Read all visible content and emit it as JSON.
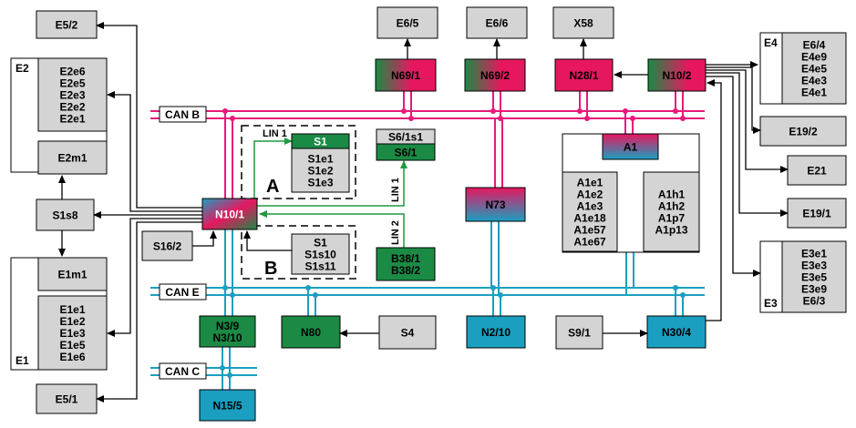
{
  "colors": {
    "grey": "#d4d4d4",
    "green": "#1b8a45",
    "magenta": "#e6175f",
    "cyan": "#1a9fc0",
    "bus_can_b": "#e8197a",
    "bus_can_e": "#1a9fc0",
    "bus_can_c": "#1a9fc0",
    "lin": "#1f9a40",
    "wire": "#000000"
  },
  "boxes": {
    "E5_2": {
      "lines": [
        "E5/2"
      ]
    },
    "E2e": {
      "lines": [
        "E2e6",
        "E2e5",
        "E2e3",
        "E2e2",
        "E2e1"
      ]
    },
    "E2m1": {
      "lines": [
        "E2m1"
      ]
    },
    "S1s8": {
      "lines": [
        "S1s8"
      ]
    },
    "E1m1": {
      "lines": [
        "E1m1"
      ]
    },
    "E1e": {
      "lines": [
        "E1e1",
        "E1e2",
        "E1e3",
        "E1e5",
        "E1e6"
      ]
    },
    "E5_1": {
      "lines": [
        "E5/1"
      ]
    },
    "S16_2": {
      "lines": [
        "S16/2"
      ]
    },
    "N10_1": {
      "lines": [
        "N10/1"
      ]
    },
    "S1_A": {
      "lines": [
        "S1"
      ]
    },
    "S1e": {
      "lines": [
        "S1e1",
        "S1e2",
        "S1e3"
      ]
    },
    "S1_B": {
      "lines": [
        "S1",
        "S1s10",
        "S1s11"
      ]
    },
    "S6_1s1": {
      "lines": [
        "S6/1s1"
      ]
    },
    "S6_1": {
      "lines": [
        "S6/1"
      ]
    },
    "B38": {
      "lines": [
        "B38/1",
        "B38/2"
      ]
    },
    "E6_5": {
      "lines": [
        "E6/5"
      ]
    },
    "E6_6": {
      "lines": [
        "E6/6"
      ]
    },
    "X58": {
      "lines": [
        "X58"
      ]
    },
    "N69_1": {
      "lines": [
        "N69/1"
      ]
    },
    "N69_2": {
      "lines": [
        "N69/2"
      ]
    },
    "N28_1": {
      "lines": [
        "N28/1"
      ]
    },
    "N10_2": {
      "lines": [
        "N10/2"
      ]
    },
    "E4": {
      "lines": [
        "E6/4",
        "E4e9",
        "E4e5",
        "E4e3",
        "E4e1"
      ]
    },
    "E19_2": {
      "lines": [
        "E19/2"
      ]
    },
    "E21": {
      "lines": [
        "E21"
      ]
    },
    "E19_1": {
      "lines": [
        "E19/1"
      ]
    },
    "E3": {
      "lines": [
        "E3e1",
        "E3e3",
        "E3e5",
        "E3e9",
        "E6/3"
      ]
    },
    "N73": {
      "lines": [
        "N73"
      ]
    },
    "A1": {
      "lines": [
        "A1"
      ]
    },
    "A1e": {
      "lines": [
        "A1e1",
        "A1e2",
        "A1e3",
        "A1e18",
        "A1e57",
        "A1e67"
      ]
    },
    "A1h": {
      "lines": [
        "A1h1",
        "A1h2",
        "A1p7",
        "A1p13"
      ]
    },
    "N3_9": {
      "lines": [
        "N3/9",
        "N3/10"
      ]
    },
    "N80": {
      "lines": [
        "N80"
      ]
    },
    "S4": {
      "lines": [
        "S4"
      ]
    },
    "N2_10": {
      "lines": [
        "N2/10"
      ]
    },
    "S9_1": {
      "lines": [
        "S9/1"
      ]
    },
    "N30_4": {
      "lines": [
        "N30/4"
      ]
    },
    "N15_5": {
      "lines": [
        "N15/5"
      ]
    }
  },
  "group_labels": {
    "E2": "E2",
    "E1": "E1",
    "E4": "E4",
    "E3": "E3",
    "A": "A",
    "B": "B"
  },
  "bus_labels": {
    "can_b": "CAN B",
    "can_e": "CAN E",
    "can_c": "CAN C"
  },
  "lin_labels": {
    "lin1_top": "LIN 1",
    "lin1_side": "LIN 1",
    "lin2_side": "LIN 2"
  }
}
